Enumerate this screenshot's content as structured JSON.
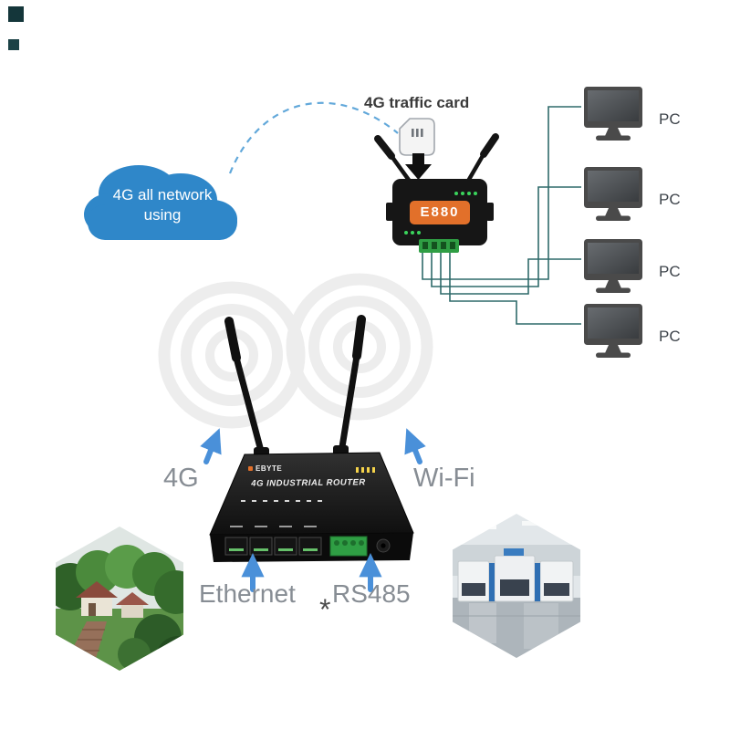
{
  "cloud": {
    "label": "4G all network using"
  },
  "traffic_card": {
    "label": "4G traffic card"
  },
  "modem": {
    "name": "E880"
  },
  "pcs": {
    "items": [
      {
        "label": "PC"
      },
      {
        "label": "PC"
      },
      {
        "label": "PC"
      },
      {
        "label": "PC"
      }
    ]
  },
  "router": {
    "brand": "EBYTE",
    "title": "4G INDUSTRIAL ROUTER"
  },
  "callouts": {
    "cellular": "4G",
    "wifi": "Wi-Fi",
    "ethernet": "Ethernet",
    "serial": "RS485",
    "footnote": "*"
  },
  "colors": {
    "cloud_blue": "#2f87c9",
    "arrow_blue": "#4a90d9",
    "modem_label_orange": "#e2702a",
    "connector_green": "#2f9e44",
    "cable_teal": "#2f6a6a",
    "label_gray": "#878d94"
  }
}
